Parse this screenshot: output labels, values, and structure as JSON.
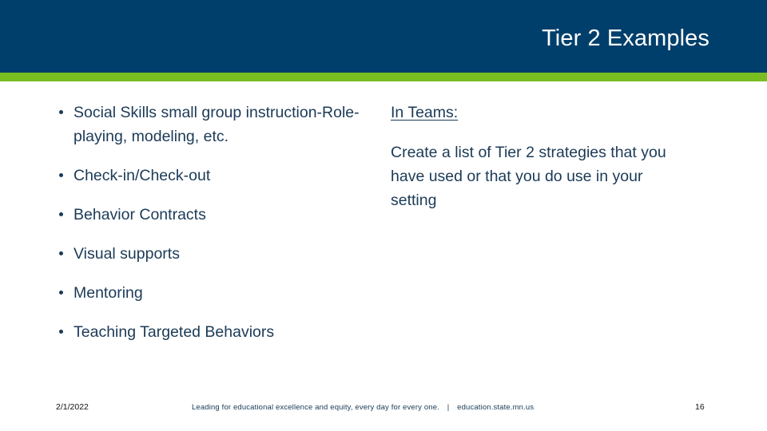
{
  "header": {
    "title": "Tier 2 Examples",
    "band_color": "#003f6b",
    "accent_color": "#78be20",
    "title_color": "#ffffff"
  },
  "body": {
    "text_color": "#1b3a57",
    "left_column": {
      "bullets": [
        {
          "text": "Social Skills small group instruction-Role-playing, modeling, etc."
        },
        {
          "text": "Check-in/Check-out"
        },
        {
          "text": "Behavior Contracts"
        },
        {
          "text": "Visual supports"
        },
        {
          "text": "Mentoring"
        },
        {
          "text": "Teaching Targeted Behaviors"
        }
      ]
    },
    "right_column": {
      "heading": "In Teams:",
      "paragraph": "Create a list of Tier 2 strategies that you have used or that you do use in your setting"
    }
  },
  "footer": {
    "date": "2/1/2022",
    "tagline": "Leading for educational excellence and equity, every day for every one.",
    "separator": "|",
    "website": "education.state.mn.us",
    "page_number": "16"
  }
}
